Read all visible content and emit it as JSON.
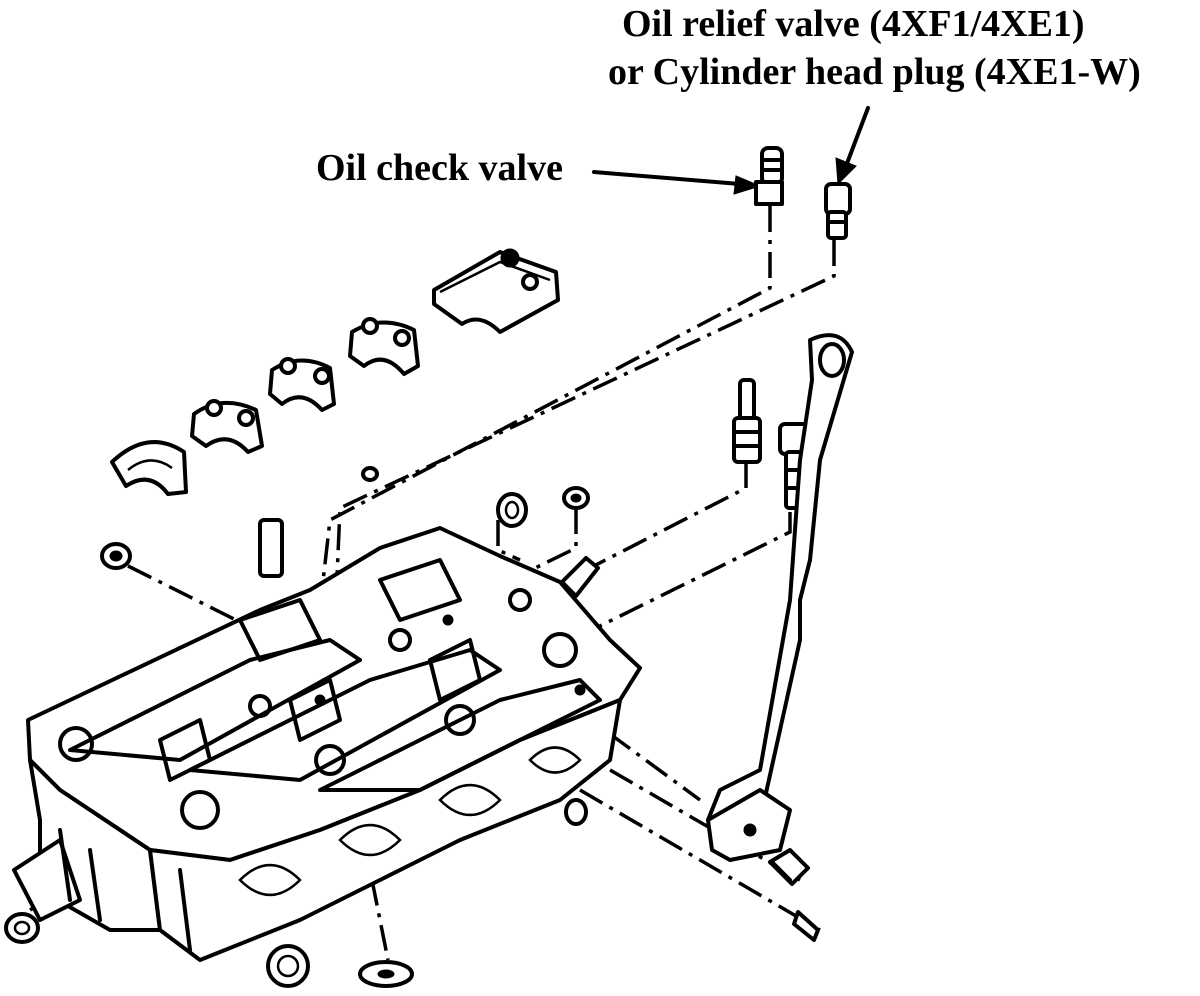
{
  "labels": {
    "oil_relief_valve_line1": "Oil relief valve (4XF1/4XE1)",
    "oil_relief_valve_line2": "or Cylinder head plug (4XE1-W)",
    "oil_check_valve": "Oil check valve"
  },
  "parts": [
    "cylinder-head",
    "camshaft-bearing-cap",
    "oil-check-valve",
    "oil-relief-valve",
    "spark-plug-tube",
    "engine-hanger-bracket",
    "sealing-plug",
    "dowel-pin",
    "stud-bolt"
  ]
}
